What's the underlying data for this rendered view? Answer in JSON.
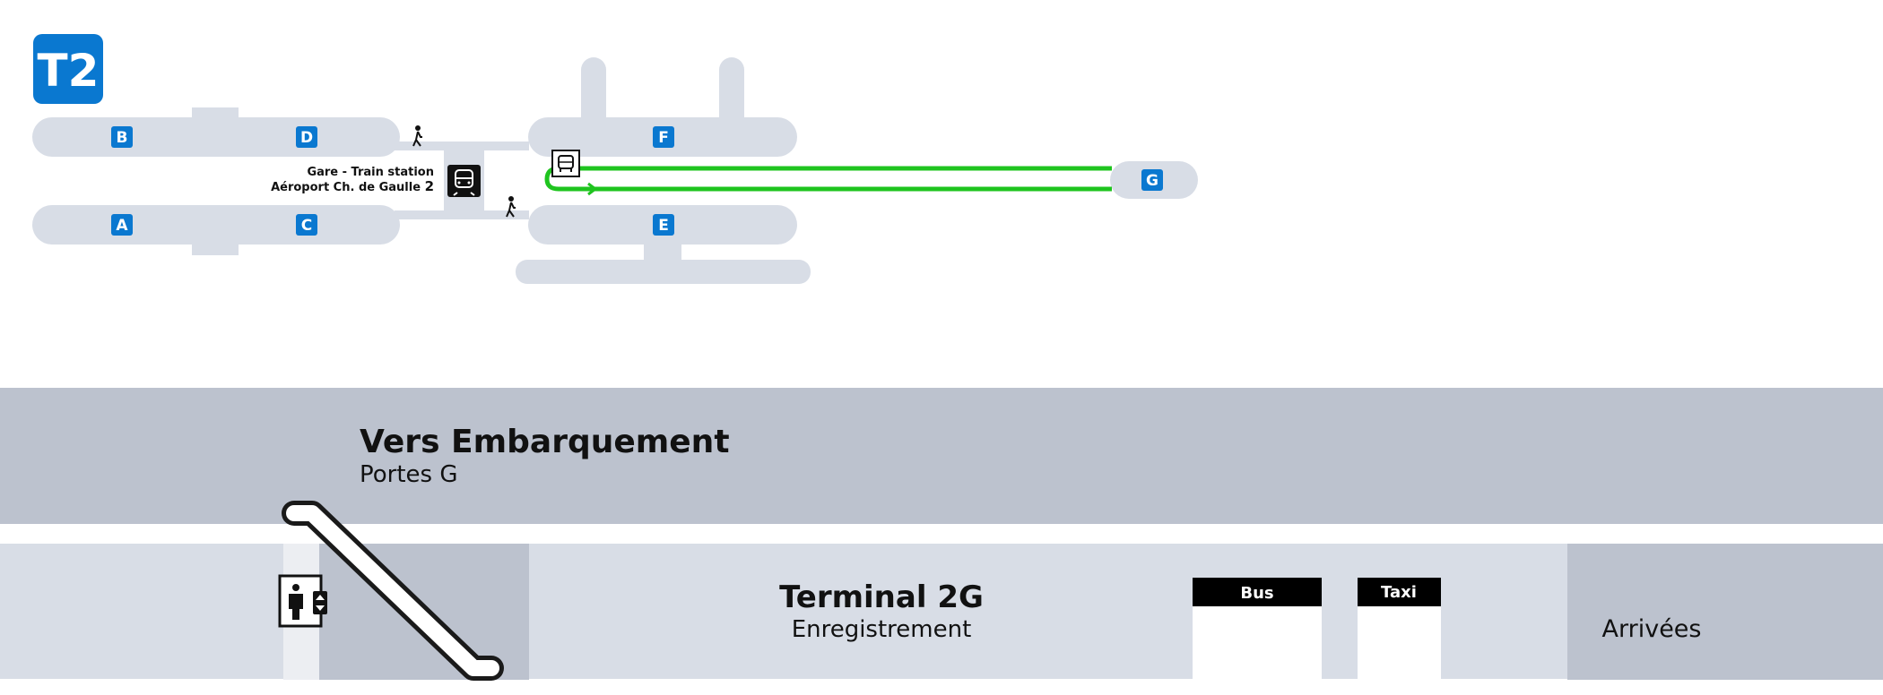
{
  "terminal_badge": {
    "label": "T2",
    "color": "#0a78d0"
  },
  "colors": {
    "building": "#d8dde6",
    "gate_badge": "#0a78d0",
    "shuttle_line": "#1fc41f",
    "upper_band": "#bcc2ce",
    "lower_band": "#d8dde6",
    "dark_block": "#bcc2ce"
  },
  "gates": [
    {
      "id": "gate-a",
      "label": "A"
    },
    {
      "id": "gate-b",
      "label": "B"
    },
    {
      "id": "gate-c",
      "label": "C"
    },
    {
      "id": "gate-d",
      "label": "D"
    },
    {
      "id": "gate-e",
      "label": "E"
    },
    {
      "id": "gate-f",
      "label": "F"
    },
    {
      "id": "gate-g",
      "label": "G"
    }
  ],
  "station": {
    "line1": "Gare - Train station",
    "line2_prefix": "Aéroport Ch. de Gaulle ",
    "line2_suffix": "2",
    "icon": "train-icon"
  },
  "icons": [
    "walking-person-icon",
    "shuttle-bus-icon",
    "train-icon",
    "elevator-icon",
    "escalator-icon"
  ],
  "upper_level": {
    "title": "Vers Embarquement",
    "subtitle": "Portes G"
  },
  "lower_level": {
    "title": "Terminal 2G",
    "subtitle": "Enregistrement",
    "bus_label": "Bus",
    "taxi_label": "Taxi",
    "arrivals_label": "Arrivées"
  }
}
